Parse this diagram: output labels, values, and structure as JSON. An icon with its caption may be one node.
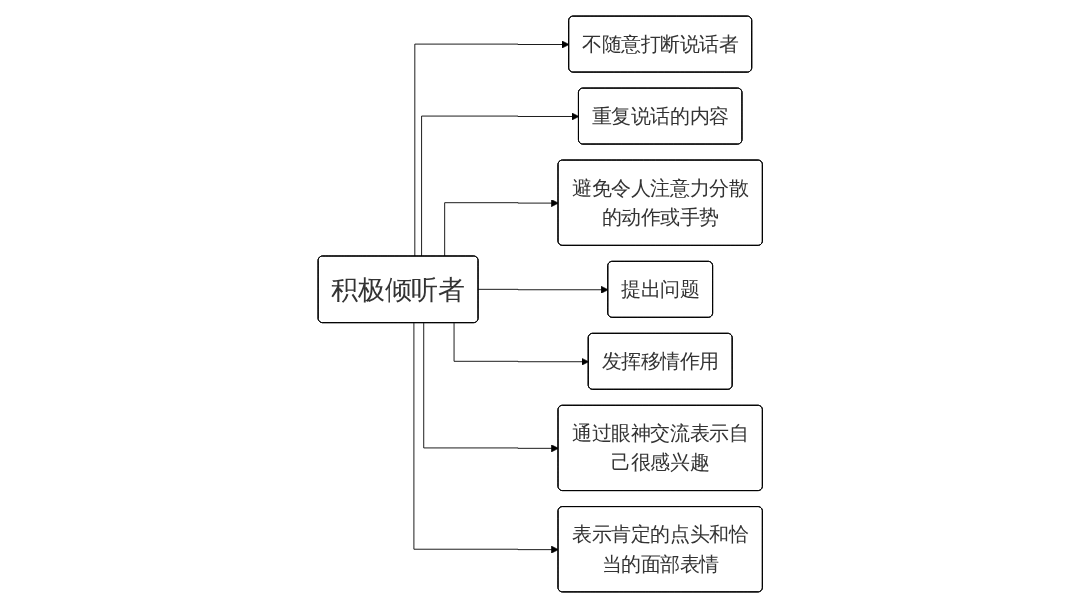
{
  "diagram": {
    "nodes": [
      {
        "text": [
          "积极倾听者"
        ]
      },
      {
        "text": [
          "不随意打断说话者"
        ]
      },
      {
        "text": [
          "重复说话的内容"
        ]
      },
      {
        "text": [
          "避免令人注意力分散的动作或手势"
        ]
      },
      {
        "text": [
          "提出问题"
        ]
      },
      {
        "text": [
          "发挥移情作用"
        ]
      },
      {
        "text": [
          "通过眼神交流表示自己很感兴趣"
        ]
      },
      {
        "text": [
          "表示肯定的点头和恰当的面部表情"
        ]
      }
    ],
    "edges": [
      {
        "from": 0,
        "to": 1,
        "arrow": "to"
      },
      {
        "from": 0,
        "to": 2,
        "arrow": "to"
      },
      {
        "from": 0,
        "to": 3,
        "arrow": "to"
      },
      {
        "from": 0,
        "to": 4,
        "arrow": "to"
      },
      {
        "from": 0,
        "to": 5,
        "arrow": "to"
      },
      {
        "from": 0,
        "to": 6,
        "arrow": "to"
      },
      {
        "from": 0,
        "to": 7,
        "arrow": "to"
      }
    ]
  }
}
